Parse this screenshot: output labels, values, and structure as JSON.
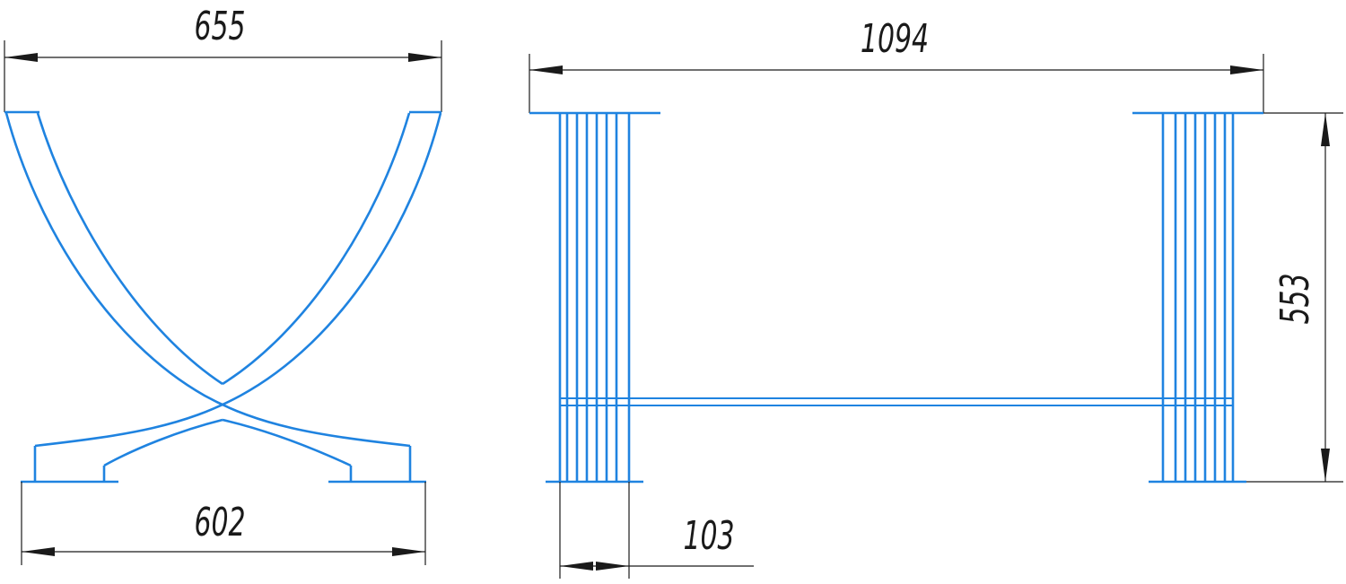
{
  "colors": {
    "part": "#1f83e0",
    "dimension": "#1a1a1a",
    "background": "#ffffff"
  },
  "front_view": {
    "top_width": "655",
    "base_width": "602"
  },
  "side_view": {
    "overall_length": "1094",
    "height": "553",
    "post_width": "103"
  }
}
